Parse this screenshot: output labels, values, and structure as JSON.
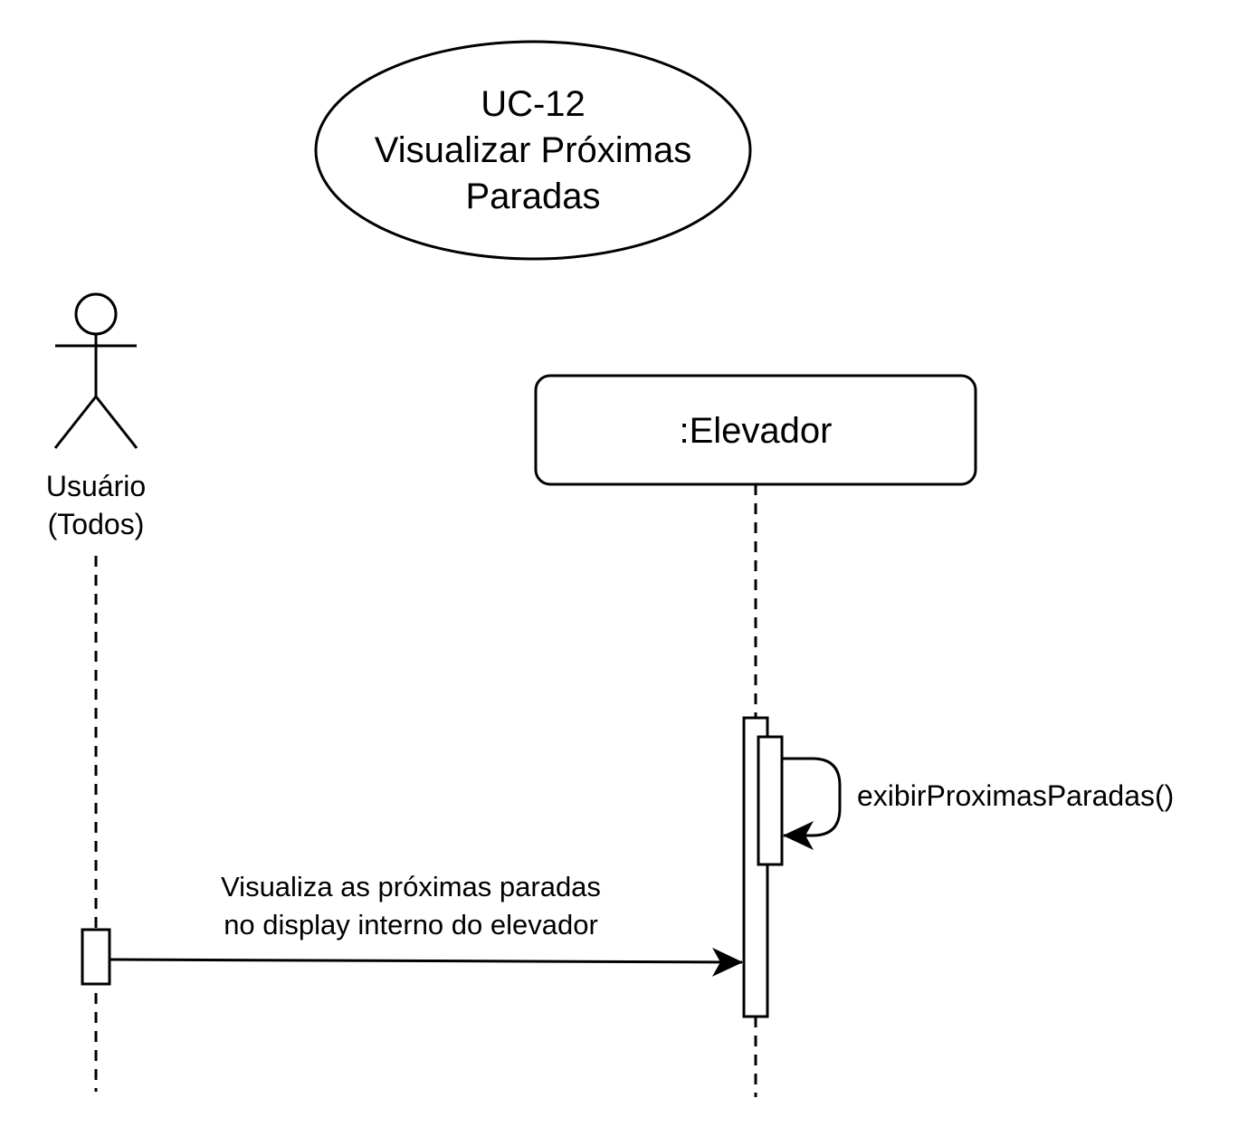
{
  "use_case": {
    "lines": [
      "UC-12",
      "Visualizar Próximas",
      "Paradas"
    ]
  },
  "actor": {
    "label_lines": [
      "Usuário",
      "(Todos)"
    ]
  },
  "lifeline": {
    "label": ":Elevador"
  },
  "messages": {
    "self_call": {
      "label": "exibirProximasParadas()"
    },
    "user_message": {
      "label_lines": [
        "Visualiza as próximas paradas",
        "no display interno do elevador"
      ]
    }
  }
}
